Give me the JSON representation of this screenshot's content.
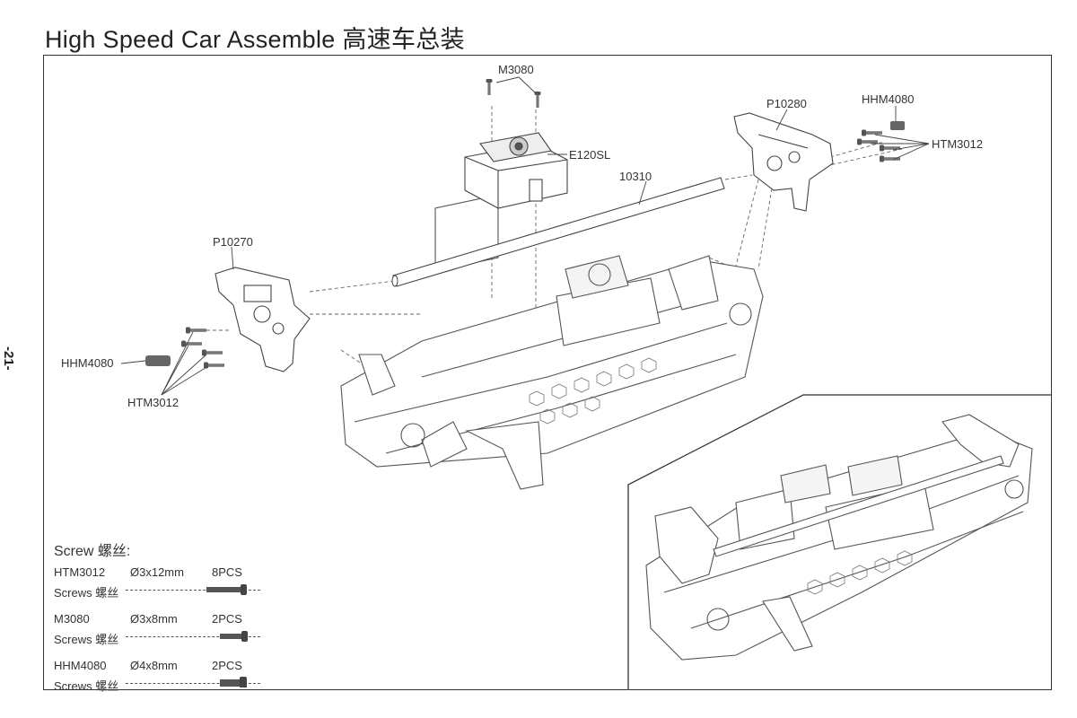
{
  "title": "High Speed Car Assemble 高速车总装",
  "page_number": "-21-",
  "callouts": {
    "m3080": "M3080",
    "e120sl": "E120SL",
    "rod": "10310",
    "p10280": "P10280",
    "hhm4080_right": "HHM4080",
    "htm3012_right": "HTM3012",
    "p10270": "P10270",
    "hhm4080_left": "HHM4080",
    "htm3012_left": "HTM3012"
  },
  "legend": {
    "heading": "Screw 螺丝:",
    "items": [
      {
        "code": "HTM3012",
        "size": "Ø3x12mm",
        "qty": "8PCS",
        "desc": "Screws 螺丝"
      },
      {
        "code": "M3080",
        "size": "Ø3x8mm",
        "qty": "2PCS",
        "desc": "Screws 螺丝"
      },
      {
        "code": "HHM4080",
        "size": "Ø4x8mm",
        "qty": "2PCS",
        "desc": "Screws 螺丝"
      }
    ]
  }
}
